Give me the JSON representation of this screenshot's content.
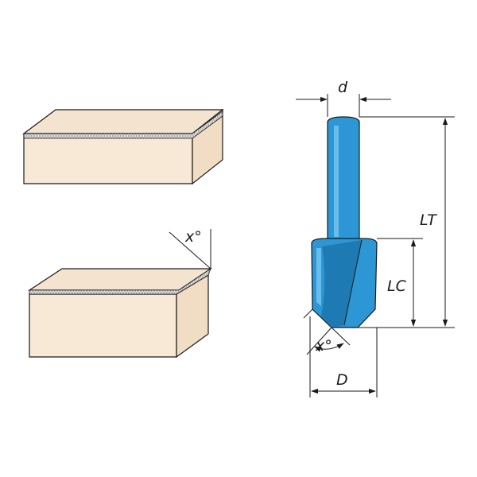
{
  "labels": {
    "angle_top": "x°",
    "shank_diameter": "d",
    "total_length": "LT",
    "cutting_length": "LC",
    "angle_bit": "x°",
    "cutting_diameter": "D"
  },
  "colors": {
    "wood_front": "#f8e9d7",
    "wood_top": "#f4e3cf",
    "wood_side": "#f1dcc4",
    "edge": "#1a1a1a",
    "bit_fill": "#2c97d4",
    "bit_highlight": "#7cc5ee",
    "bit_shadow": "#1c74ad"
  }
}
